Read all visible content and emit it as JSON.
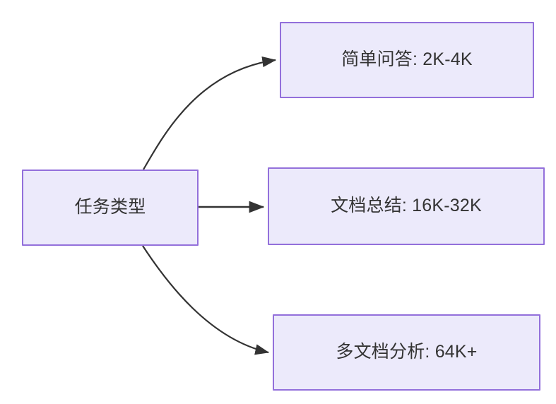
{
  "diagram": {
    "type": "flowchart",
    "direction": "left-to-right",
    "background_color": "#FFFFFF",
    "node_fill_color": "#ECEAFB",
    "node_border_color": "#9370DB",
    "node_text_color": "#333333",
    "edge_color": "#333333",
    "source_node": {
      "id": "task-type",
      "label": "任务类型"
    },
    "target_nodes": [
      {
        "id": "simple-qa",
        "label": "简单问答: 2K-4K"
      },
      {
        "id": "doc-summary",
        "label": "文档总结: 16K-32K"
      },
      {
        "id": "multi-doc-analysis",
        "label": "多文档分析: 64K+"
      }
    ],
    "edges": [
      {
        "from": "task-type",
        "to": "simple-qa",
        "style": "curved",
        "arrow": "arrowhead-right",
        "label": ""
      },
      {
        "from": "task-type",
        "to": "doc-summary",
        "style": "straight",
        "arrow": "arrowhead-right",
        "label": ""
      },
      {
        "from": "task-type",
        "to": "multi-doc-analysis",
        "style": "curved",
        "arrow": "arrowhead-right",
        "label": ""
      }
    ]
  }
}
